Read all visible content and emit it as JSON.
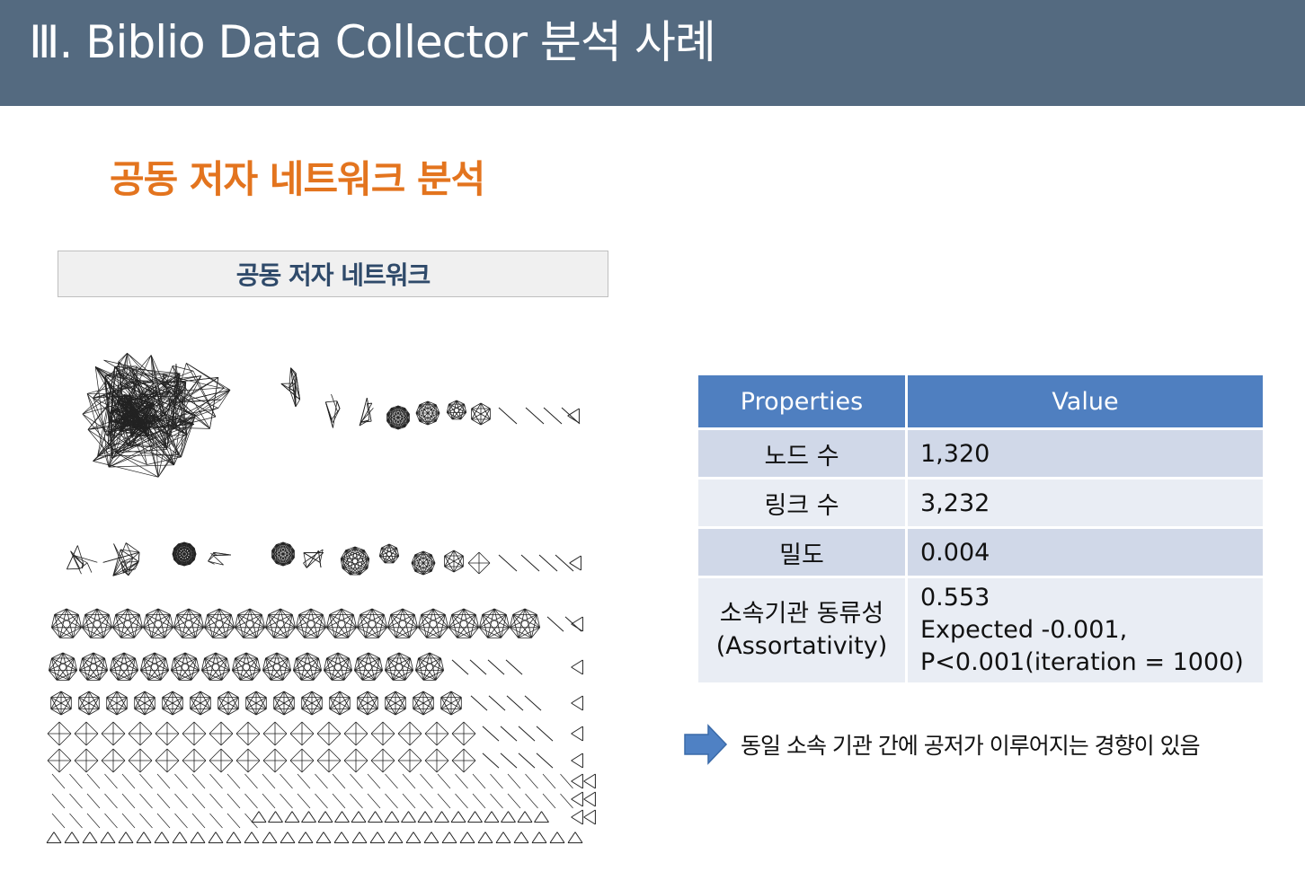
{
  "header": {
    "title": "Ⅲ. Biblio Data Collector 분석 사례",
    "background_color": "#546a80"
  },
  "section": {
    "title": "공동 저자 네트워크 분석",
    "title_color": "#e3741e"
  },
  "network_panel": {
    "caption": "공동 저자 네트워크"
  },
  "properties_table": {
    "header_color": "#4f7fc0",
    "columns": [
      "Properties",
      "Value"
    ],
    "rows": [
      {
        "property": "노드 수",
        "value": "1,320"
      },
      {
        "property": "링크 수",
        "value": "3,232"
      },
      {
        "property": "밀도",
        "value": "0.004"
      },
      {
        "property_line1": "소속기관 동류성",
        "property_line2": "(Assortativity)",
        "value_line1": "0.553",
        "value_line2": "Expected  -0.001,",
        "value_line3": "P<0.001(iteration = 1000)"
      }
    ]
  },
  "conclusion": {
    "icon": "right-arrow-icon",
    "text": "동일 소속 기관 간에 공저가 이루어지는 경향이 있음"
  }
}
